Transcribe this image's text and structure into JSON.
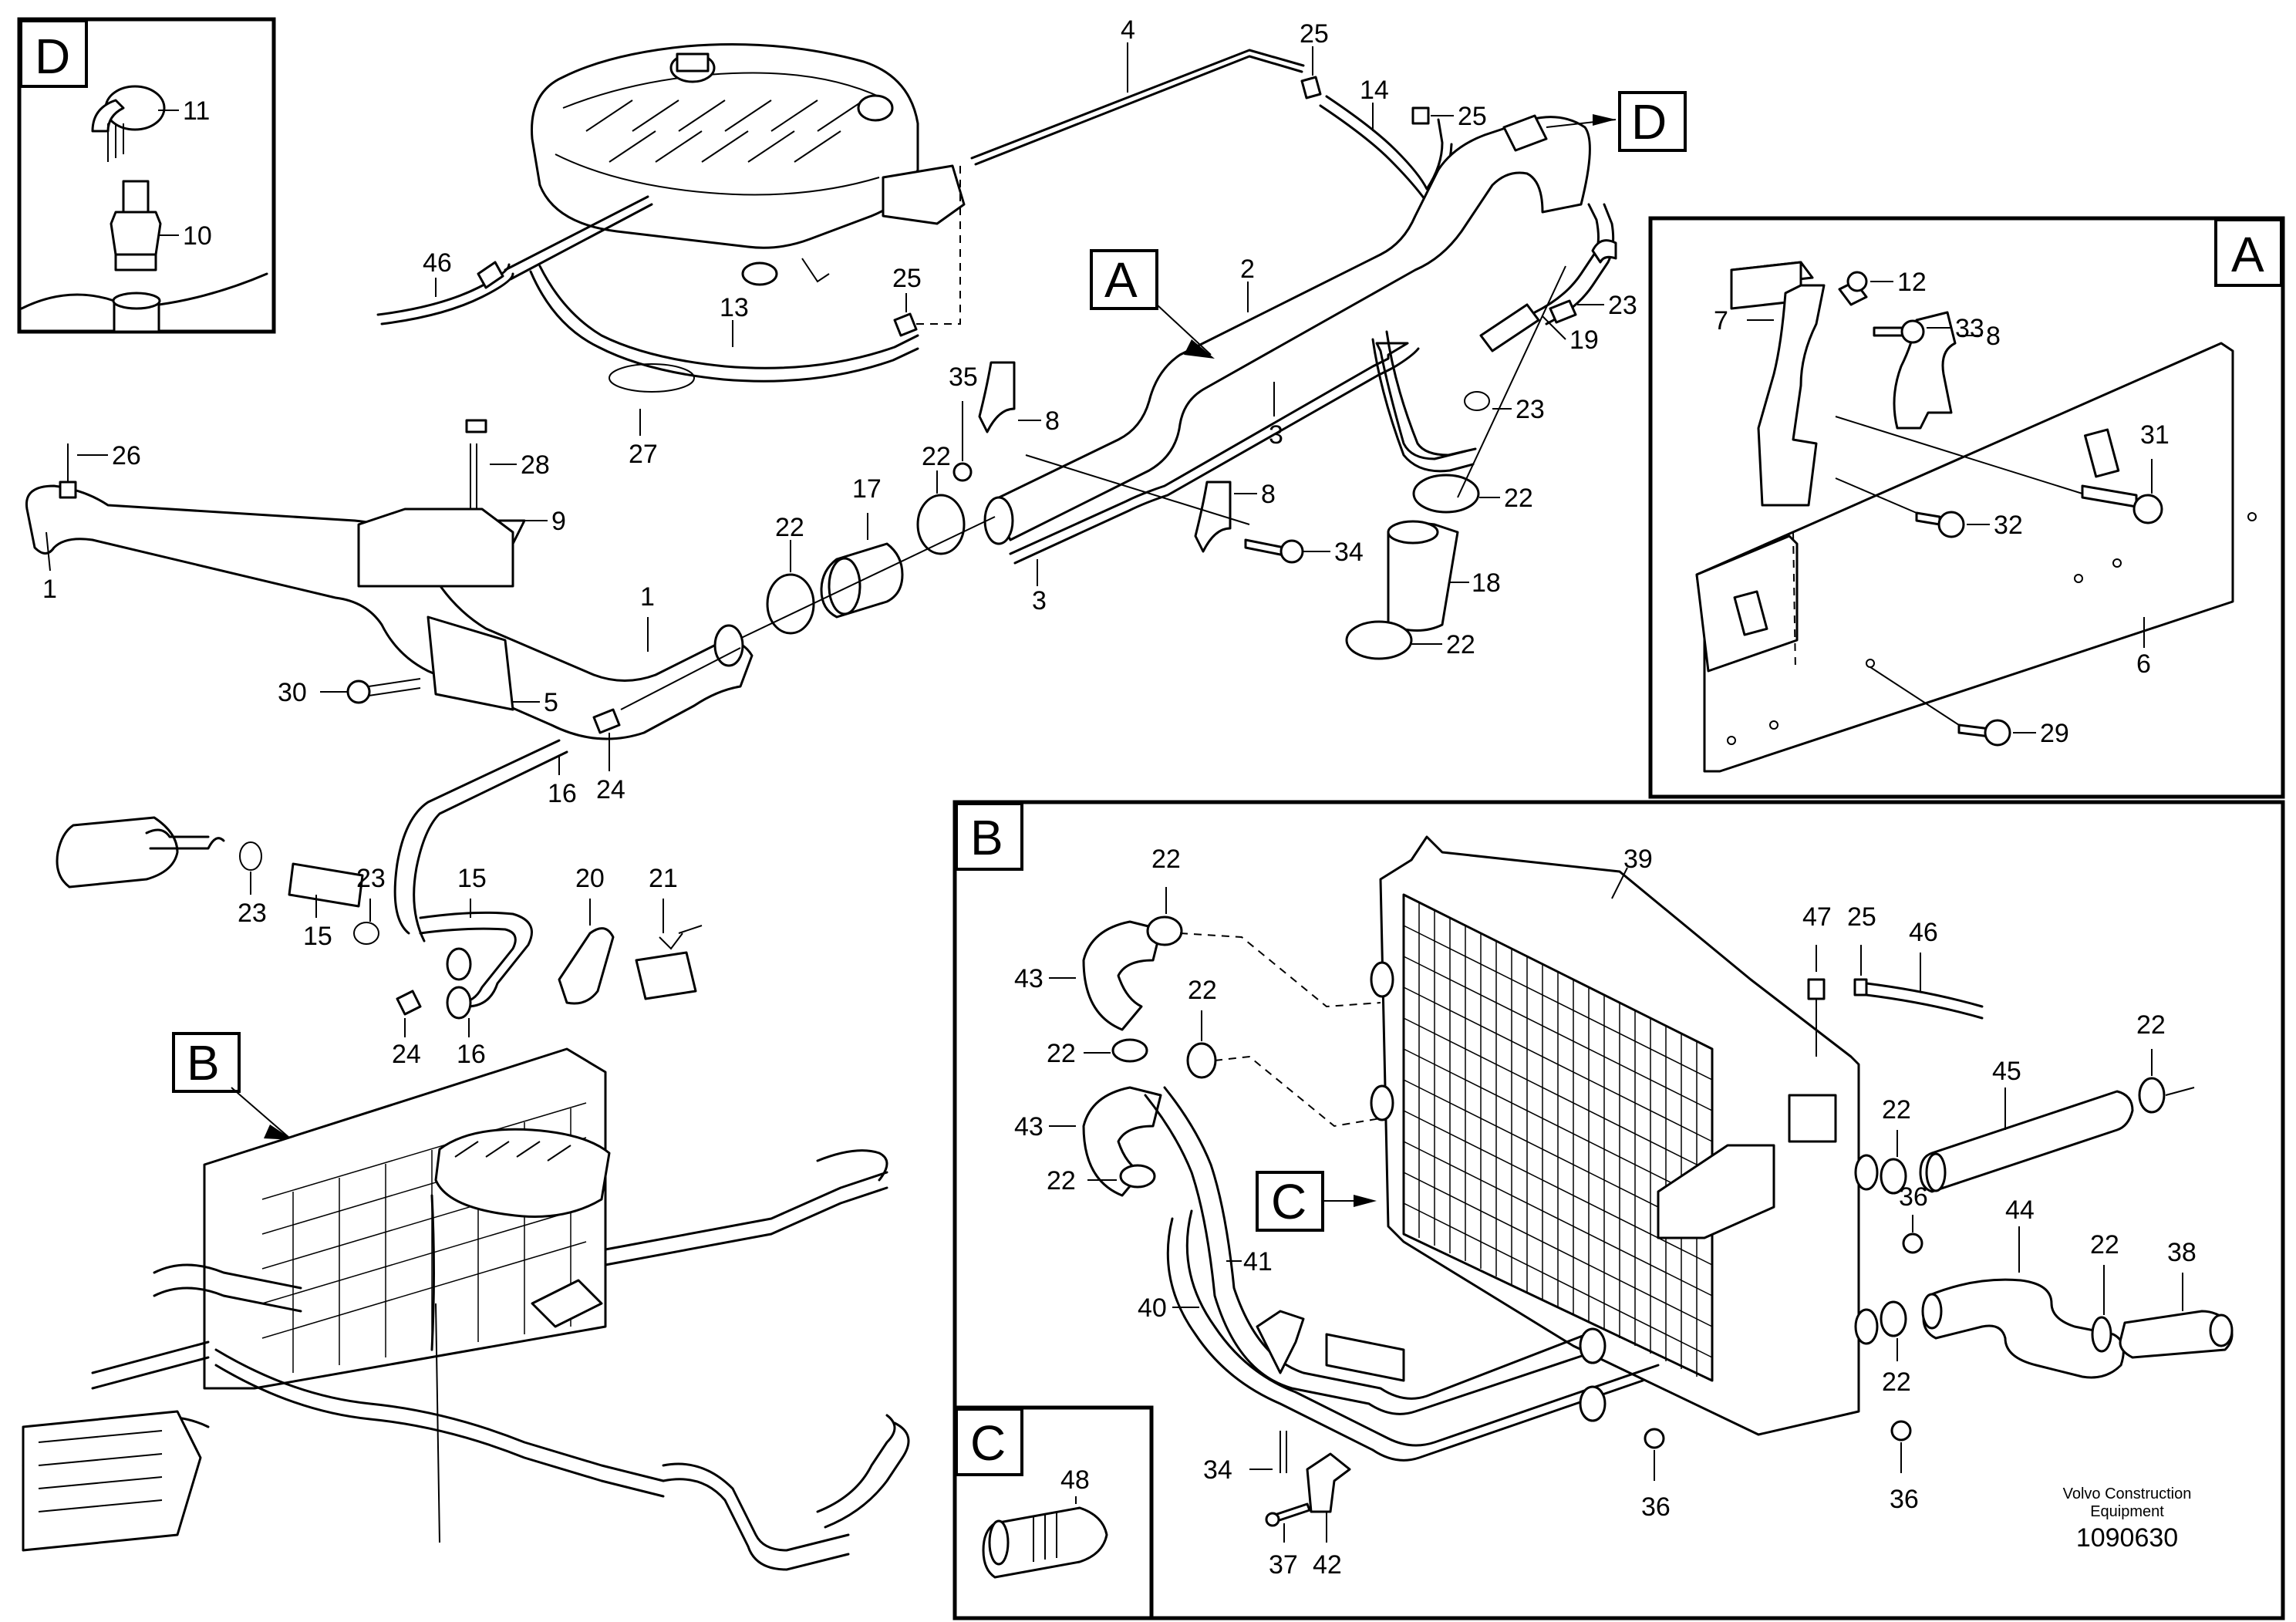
{
  "detail_tags": {
    "A": "A",
    "B": "B",
    "C": "C",
    "D": "D"
  },
  "labels": {
    "p1a": "1",
    "p1b": "1",
    "p2": "2",
    "p3a": "3",
    "p3b": "3",
    "p4": "4",
    "p5": "5",
    "p6": "6",
    "p7": "7",
    "p8a": "8",
    "p8b": "8",
    "p8c": "8",
    "p9": "9",
    "p10": "10",
    "p11": "11",
    "p12": "12",
    "p13": "13",
    "p14": "14",
    "p15a": "15",
    "p15b": "15",
    "p16a": "16",
    "p16b": "16",
    "p17": "17",
    "p18": "18",
    "p19": "19",
    "p20": "20",
    "p21": "21",
    "p22a": "22",
    "p22b": "22",
    "p22c": "22",
    "p22d": "22",
    "p22e": "22",
    "p22f": "22",
    "p22g": "22",
    "p22h": "22",
    "p22i": "22",
    "p22j": "22",
    "p22k": "22",
    "p22l": "22",
    "p23a": "23",
    "p23b": "23",
    "p23c": "23",
    "p23d": "23",
    "p24a": "24",
    "p24b": "24",
    "p25a": "25",
    "p25b": "25",
    "p25c": "25",
    "p25d": "25",
    "p26": "26",
    "p27": "27",
    "p28": "28",
    "p29": "29",
    "p30": "30",
    "p31": "31",
    "p32": "32",
    "p33": "33",
    "p34a": "34",
    "p34b": "34",
    "p35": "35",
    "p36a": "36",
    "p36b": "36",
    "p36c": "36",
    "p37": "37",
    "p38": "38",
    "p39": "39",
    "p40": "40",
    "p41": "41",
    "p42": "42",
    "p43a": "43",
    "p43b": "43",
    "p44": "44",
    "p45": "45",
    "p46a": "46",
    "p46b": "46",
    "p47": "47",
    "p48": "48"
  },
  "footer": {
    "brand_line1": "Volvo Construction",
    "brand_line2": "Equipment",
    "drawing_number": "1090630"
  }
}
